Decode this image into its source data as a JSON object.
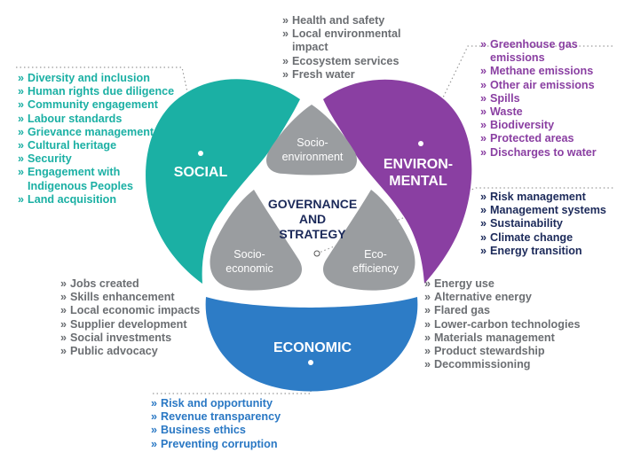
{
  "colors": {
    "social": "#1bb0a4",
    "environmental": "#8a3fa2",
    "economic": "#2d7cc6",
    "inner": "#9a9da0",
    "center_text": "#1c2a5a",
    "gray_text": "#6b6e72",
    "navy_text": "#1c2a5a",
    "blue_text": "#2a78c4",
    "dots": "#999999"
  },
  "bullet_marker": "»",
  "center": {
    "line1": "GOVERNANCE",
    "line2": "AND",
    "line3": "STRATEGY"
  },
  "segments": {
    "social": "SOCIAL",
    "environmental_line1": "ENVIRON-",
    "environmental_line2": "MENTAL",
    "economic": "ECONOMIC"
  },
  "inner_segments": {
    "socio_environment_line1": "Socio-",
    "socio_environment_line2": "environment",
    "socio_economic_line1": "Socio-",
    "socio_economic_line2": "economic",
    "eco_efficiency_line1": "Eco-",
    "eco_efficiency_line2": "efficiency"
  },
  "lists": {
    "social": [
      "Diversity and inclusion",
      "Human rights due diligence",
      "Community engagement",
      "Labour standards",
      "Grievance management",
      "Cultural heritage",
      "Security",
      "Engagement with",
      "Indigenous Peoples",
      "Land acquisition"
    ],
    "socio_environment": [
      "Health and safety",
      "Local environmental",
      "impact",
      "Ecosystem services",
      "Fresh water"
    ],
    "environmental": [
      "Greenhouse gas",
      "emissions",
      "Methane emissions",
      "Other air emissions",
      "Spills",
      "Waste",
      "Biodiversity",
      "Protected areas",
      "Discharges to water"
    ],
    "governance": [
      "Risk management",
      "Management systems",
      "Sustainability",
      "Climate change",
      "Energy transition"
    ],
    "socio_economic": [
      "Jobs created",
      "Skills enhancement",
      "Local economic impacts",
      "Supplier development",
      "Social investments",
      "Public advocacy"
    ],
    "eco_efficiency": [
      "Energy use",
      "Alternative energy",
      "Flared gas",
      "Lower-carbon technologies",
      "Materials management",
      "Product stewardship",
      "Decommissioning"
    ],
    "economic": [
      "Risk and opportunity",
      "Revenue transparency",
      "Business ethics",
      "Preventing corruption"
    ]
  },
  "continuation_lines": {
    "social": [
      8
    ],
    "socio_environment": [
      2
    ],
    "environmental": [
      1
    ]
  }
}
